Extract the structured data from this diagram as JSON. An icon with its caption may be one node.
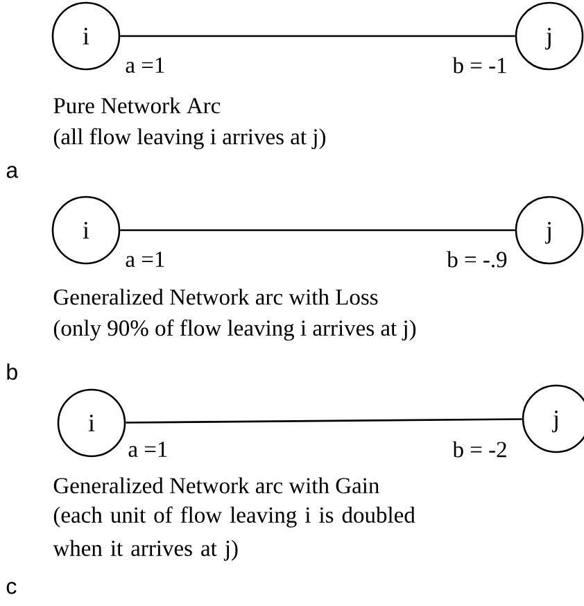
{
  "diagram": {
    "nodes": [
      {
        "text": [
          "i"
        ]
      },
      {
        "text": [
          "j"
        ]
      },
      {
        "text": [
          "i"
        ]
      },
      {
        "text": [
          "j"
        ]
      },
      {
        "text": [
          "i"
        ]
      },
      {
        "text": [
          "j"
        ]
      }
    ],
    "edges": [
      {
        "from": 0,
        "to": 1,
        "arrow": "none"
      },
      {
        "from": 2,
        "to": 3,
        "arrow": "none"
      },
      {
        "from": 4,
        "to": 5,
        "arrow": "none"
      }
    ],
    "labels": [
      "a =1",
      "b = -1",
      "Pure Network Arc",
      "(all flow leaving i arrives at j)",
      "a",
      "a =1",
      "b = -.9",
      "Generalized Network arc with Loss",
      "(only 90% of flow leaving i arrives at j)",
      "b",
      "a =1",
      "b = -2",
      "Generalized Network arc with Gain",
      "(each unit of flow leaving i is doubled when it arrives at j)",
      "c"
    ]
  }
}
